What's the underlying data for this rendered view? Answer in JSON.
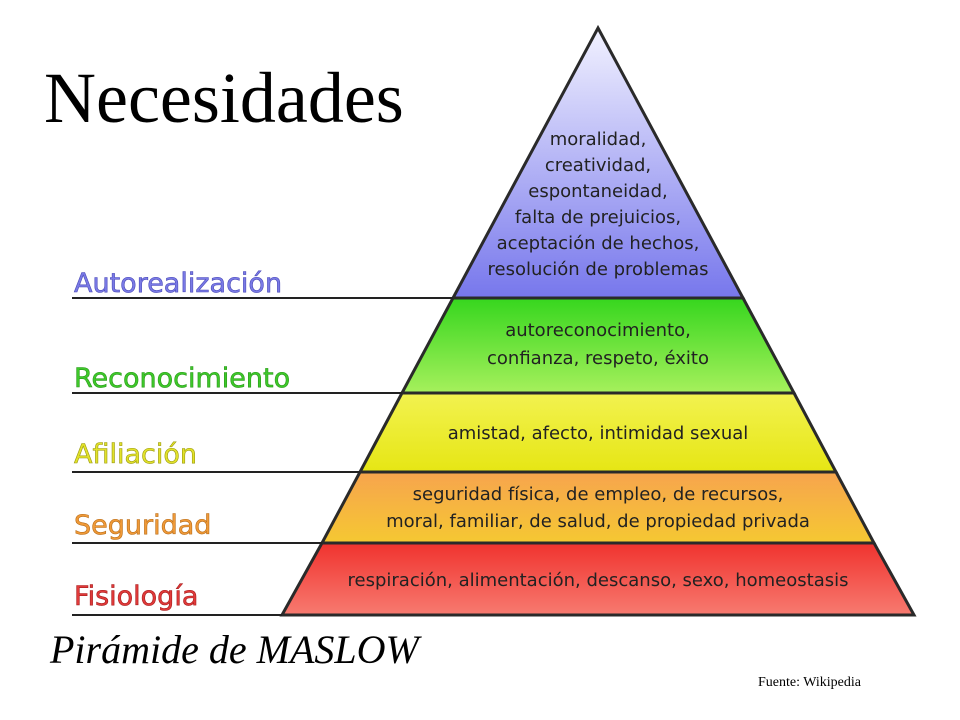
{
  "title": "Necesidades",
  "subtitle": "Pirámide de MASLOW",
  "source": "Fuente: Wikipedia",
  "levels": [
    {
      "label": "Autorealización",
      "color": "#8080f0",
      "desc": [
        "moralidad,",
        "creatividad,",
        "espontaneidad,",
        "falta de prejuicios,",
        "aceptación de hechos,",
        "resolución de problemas"
      ]
    },
    {
      "label": "Reconocimiento",
      "color": "#3ed62a",
      "desc": [
        "autoreconocimiento,",
        "confianza, respeto, éxito"
      ]
    },
    {
      "label": "Afiliación",
      "color": "#ecec2a",
      "desc": [
        "amistad, afecto, intimidad sexual"
      ]
    },
    {
      "label": "Seguridad",
      "color": "#f4a23a",
      "desc": [
        "seguridad física, de empleo, de recursos,",
        "moral, familiar, de salud, de propiedad privada"
      ]
    },
    {
      "label": "Fisiología",
      "color": "#e83838",
      "desc": [
        "respiración, alimentación, descanso, sexo, homeostasis"
      ]
    }
  ]
}
